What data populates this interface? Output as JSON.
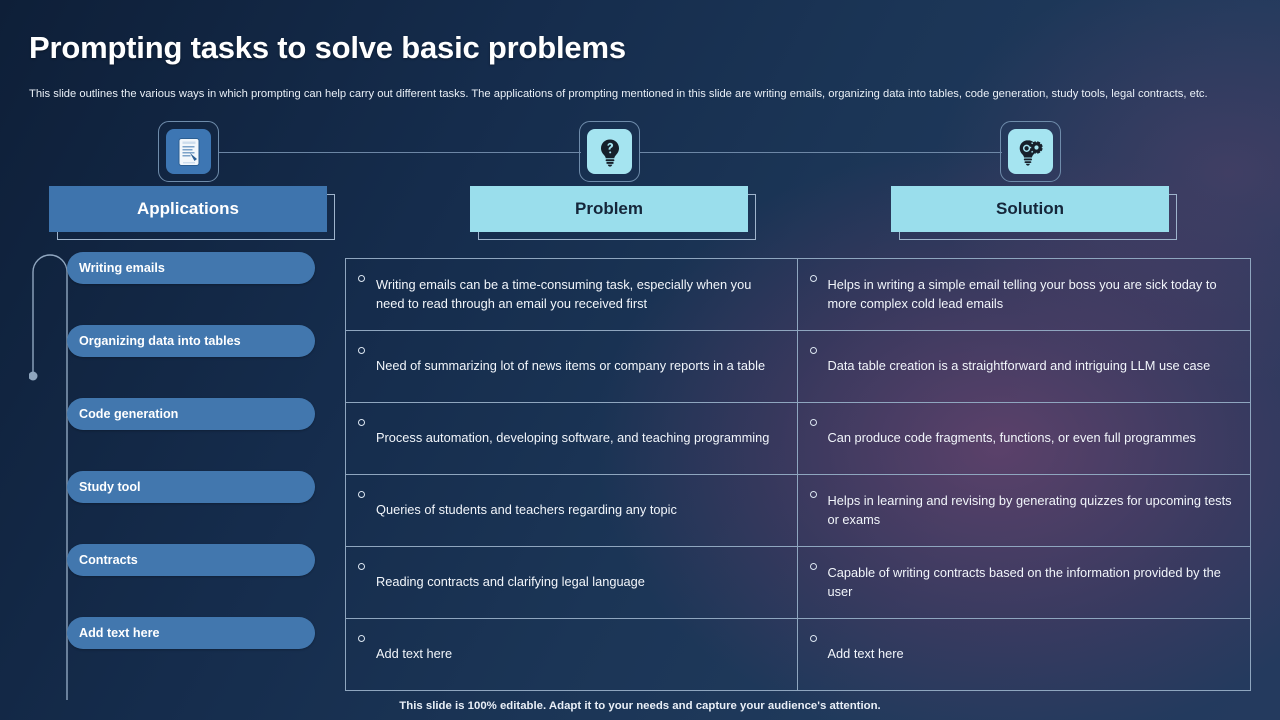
{
  "slide": {
    "title": "Prompting tasks to solve basic problems",
    "subtitle": "This slide outlines the various ways in which prompting can help carry out different tasks. The applications of prompting mentioned in this slide are writing emails, organizing data into tables, code generation, study tools, legal contracts, etc.",
    "footer": "This slide is 100% editable. Adapt it to your needs and capture your audience's attention."
  },
  "colors": {
    "accent_blue": "#3e74ad",
    "accent_cyan": "#9adeec",
    "pill_blue": "#4277ae",
    "border": "#8fa6bf",
    "text_dark": "#15263a",
    "text_light": "#ffffff"
  },
  "columns": [
    {
      "label": "Applications",
      "icon": "document-list-icon",
      "style": "blue"
    },
    {
      "label": "Problem",
      "icon": "lightbulb-question-icon",
      "style": "cyan"
    },
    {
      "label": "Solution",
      "icon": "lightbulb-gear-icon",
      "style": "cyan"
    }
  ],
  "sidebar": {
    "items": [
      {
        "label": "Writing emails"
      },
      {
        "label": "Organizing data into tables"
      },
      {
        "label": "Code generation"
      },
      {
        "label": "Study tool"
      },
      {
        "label": "Contracts"
      },
      {
        "label": "Add text here"
      }
    ]
  },
  "table": {
    "rows": [
      {
        "problem": "Writing emails can be a time-consuming task, especially when you need to read through an email you received first",
        "solution": "Helps in writing a simple email telling your boss you are sick today to more complex cold lead emails"
      },
      {
        "problem": "Need of summarizing lot of news items or company reports in a table",
        "solution": "Data table creation is a straightforward and intriguing LLM use case"
      },
      {
        "problem": "Process automation, developing  software, and teaching programming",
        "solution": "Can produce code fragments, functions, or even full programmes"
      },
      {
        "problem": "Queries of students and teachers regarding any topic",
        "solution": "Helps in learning and revising by generating quizzes for upcoming tests or exams"
      },
      {
        "problem": "Reading contracts and clarifying legal language",
        "solution": "Capable of writing contracts based on the information provided by the user"
      },
      {
        "problem": "Add text here",
        "solution": "Add text here"
      }
    ]
  }
}
